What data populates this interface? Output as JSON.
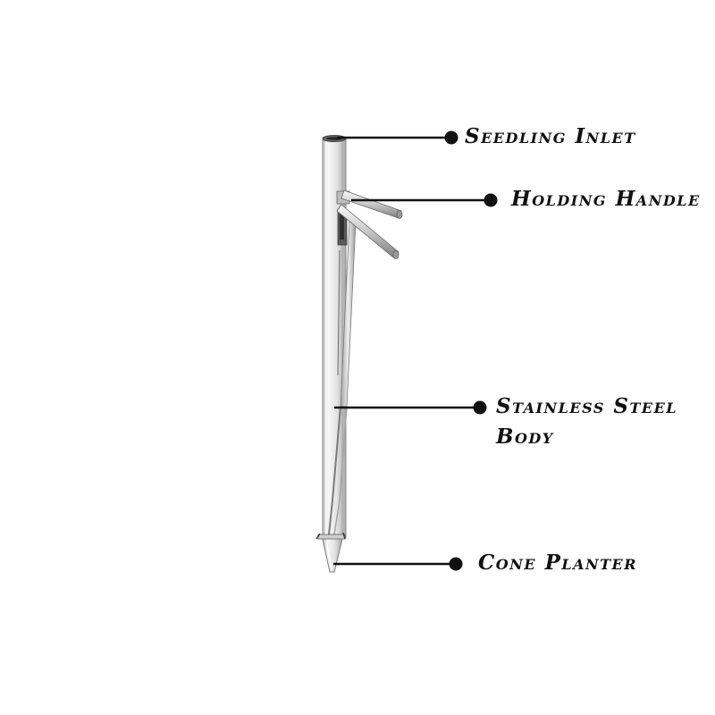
{
  "title": "",
  "colors": {
    "background": "#ffffff",
    "leader_line": "#111111",
    "dot": "#111111",
    "steel_light": "#f4f4f4",
    "steel_mid": "#d6d6d6",
    "steel_dark": "#8a8a8a",
    "steel_outline": "#6e6e6e"
  },
  "parts": [
    {
      "id": "seedling-inlet",
      "label": "Seedling Inlet",
      "target": "top-opening"
    },
    {
      "id": "holding-handle",
      "label": "Holding Handle",
      "target": "side-handles"
    },
    {
      "id": "stainless-steel-body",
      "label_lines": [
        "Stainless Steel",
        "Body"
      ],
      "target": "tube"
    },
    {
      "id": "cone-planter",
      "label": "Cone Planter",
      "target": "tip"
    }
  ]
}
